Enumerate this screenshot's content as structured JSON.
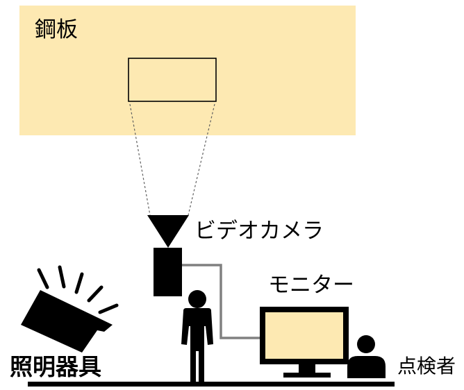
{
  "labels": {
    "steel_plate": "鋼板",
    "video_camera": "ビデオカメラ",
    "monitor": "モニター",
    "lighting": "照明器具",
    "inspector": "点検者"
  },
  "colors": {
    "plate_fill": "#fde9b2",
    "screen_fill": "#fde9b2",
    "cable": "#808080",
    "ink": "#000000"
  },
  "icons": {
    "camera": "video-camera-icon",
    "light": "floodlight-icon",
    "monitor": "monitor-icon",
    "person": "person-icon",
    "inspector": "seated-inspector-icon"
  }
}
